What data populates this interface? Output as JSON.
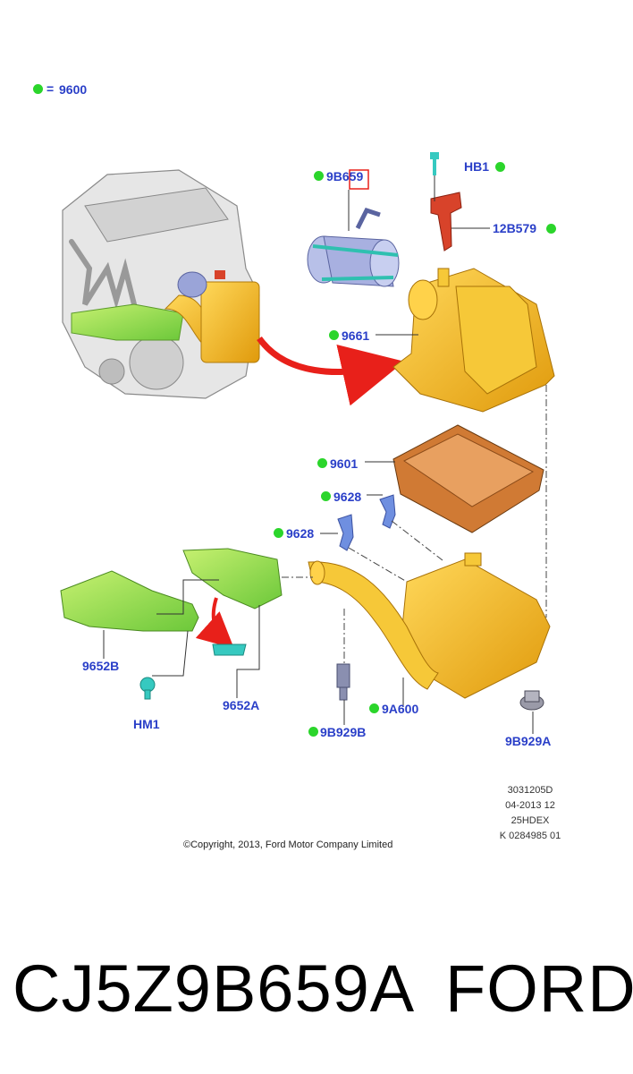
{
  "legend": {
    "equals": "=",
    "code": "9600",
    "dot_color": "#2bd52b"
  },
  "callouts": {
    "c9B659": "9B659",
    "cHB1": "HB1",
    "c12B579": "12B579",
    "c9661": "9661",
    "c9601": "9601",
    "c9628a": "9628",
    "c9628b": "9628",
    "c9652B": "9652B",
    "c9652A": "9652A",
    "cHM1": "HM1",
    "c9B929B": "9B929B",
    "c9A600": "9A600",
    "c9B929A": "9B929A"
  },
  "meta": {
    "line1": "3031205D",
    "line2": "04-2013 12",
    "line3": "25HDEX",
    "line4": "K 0284985 01"
  },
  "copyright": "©Copyright, 2013, Ford Motor Company Limited",
  "footer": {
    "part_number": "CJ5Z9B659A",
    "brand": "FORD"
  },
  "colors": {
    "label": "#2a3fc8",
    "marker": "#2bd52b",
    "airbox": "#f2b814",
    "filter": "#c8702c",
    "duct_green": "#8ee04a",
    "clip_blue": "#6f8fe0",
    "bracket_red": "#d8432a",
    "arrow_red": "#e8201a"
  }
}
